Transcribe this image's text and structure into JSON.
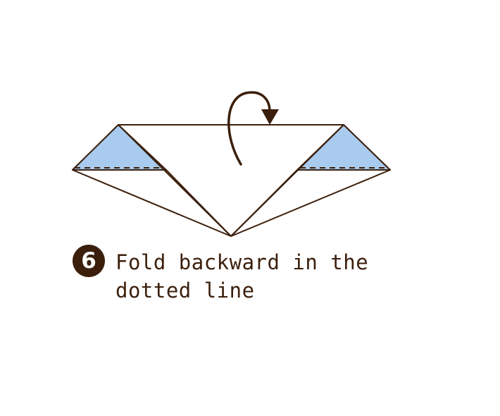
{
  "step": {
    "number": "6",
    "instruction_lines": [
      "Fold backward in the",
      "dotted line"
    ]
  },
  "colors": {
    "outline": "#3b1f0c",
    "paper_back": "#a9cbef",
    "paper_front": "#ffffff"
  },
  "icons": {
    "fold_arrow": "curved-fold-backward-arrow-icon"
  }
}
